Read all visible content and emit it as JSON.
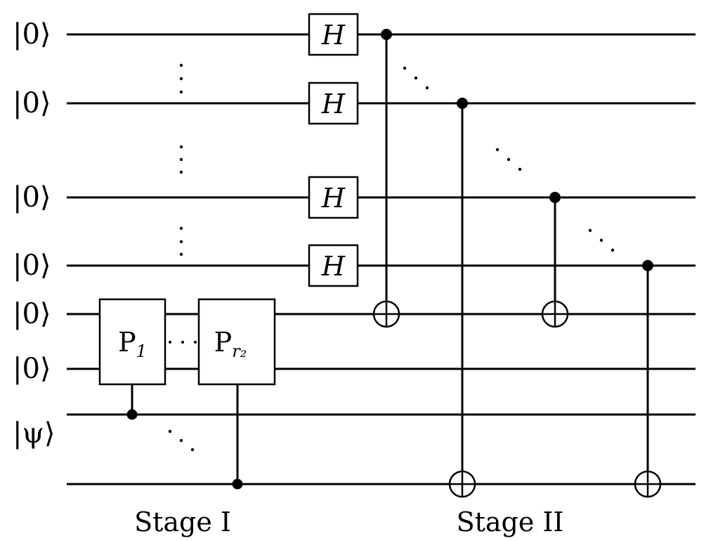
{
  "wires": [
    {
      "label": "|0⟩"
    },
    {
      "label": "|0⟩"
    },
    {
      "label": "|0⟩"
    },
    {
      "label": "|0⟩"
    },
    {
      "label": "|0⟩"
    },
    {
      "label": "|0⟩"
    },
    {
      "label": "|ψ⟩"
    },
    {
      "label": ""
    }
  ],
  "hadamard_label": "H",
  "p_gates": [
    {
      "main": "P",
      "sub": "1"
    },
    {
      "main": "P",
      "sub": "r₂"
    }
  ],
  "stages": [
    {
      "label": "Stage I"
    },
    {
      "label": "Stage II"
    }
  ]
}
